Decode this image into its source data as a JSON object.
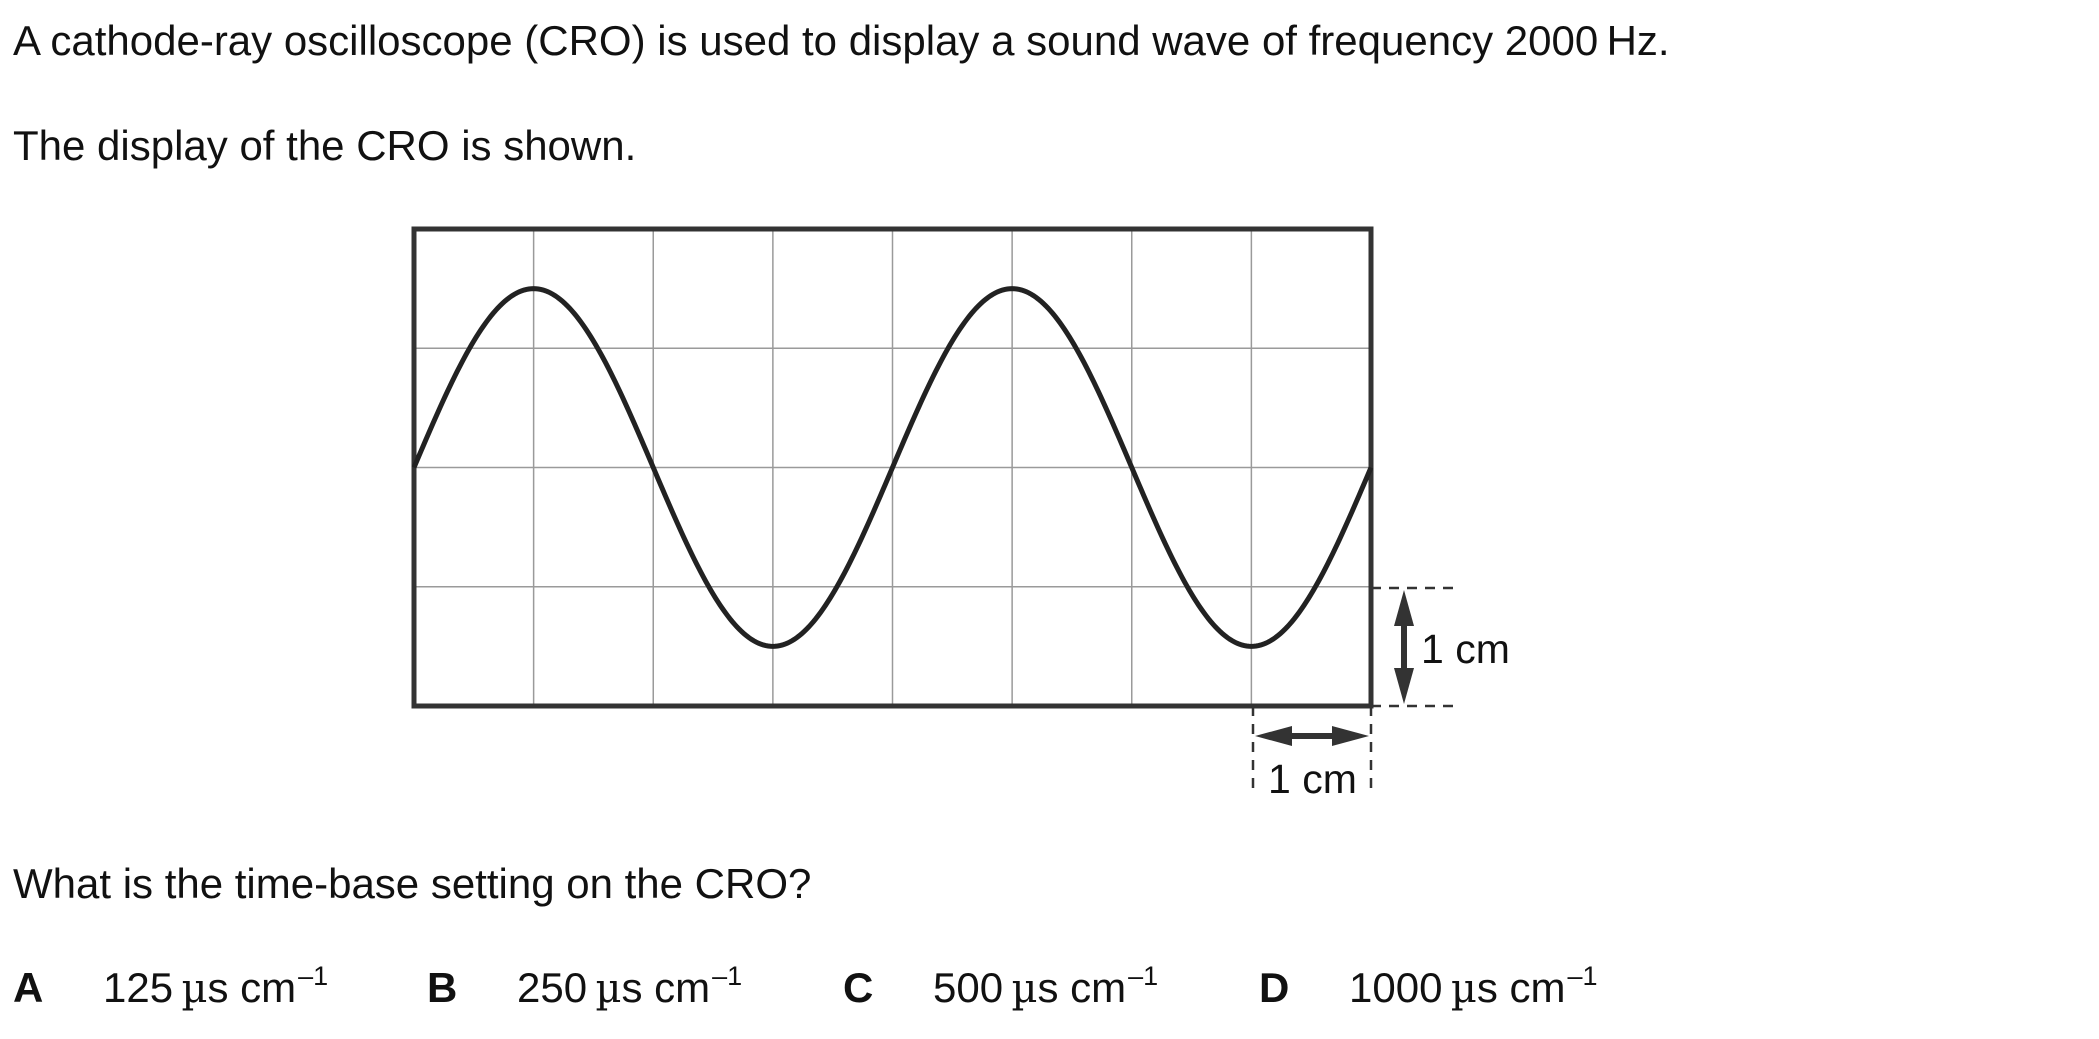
{
  "question": {
    "intro": "A cathode-ray oscilloscope (CRO) is used to display a sound wave of frequency 2000 Hz.",
    "display_text": "The display of the CRO is shown.",
    "prompt": "What is the time-base setting on the CRO?"
  },
  "diagram": {
    "vertical_scale_label": "1 cm",
    "horizontal_scale_label": "1 cm",
    "grid_columns": 8,
    "grid_rows": 4,
    "wave_cycles": 2,
    "wave_amplitude_squares": 1.5
  },
  "options": [
    {
      "letter": "A",
      "number": "125",
      "unit_mu": "µ",
      "unit_rest": "s cm",
      "exponent": "–1"
    },
    {
      "letter": "B",
      "number": "250",
      "unit_mu": "µ",
      "unit_rest": "s cm",
      "exponent": "–1"
    },
    {
      "letter": "C",
      "number": "500",
      "unit_mu": "µ",
      "unit_rest": "s cm",
      "exponent": "–1"
    },
    {
      "letter": "D",
      "number": "1000",
      "unit_mu": "µ",
      "unit_rest": "s cm",
      "exponent": "–1"
    }
  ]
}
